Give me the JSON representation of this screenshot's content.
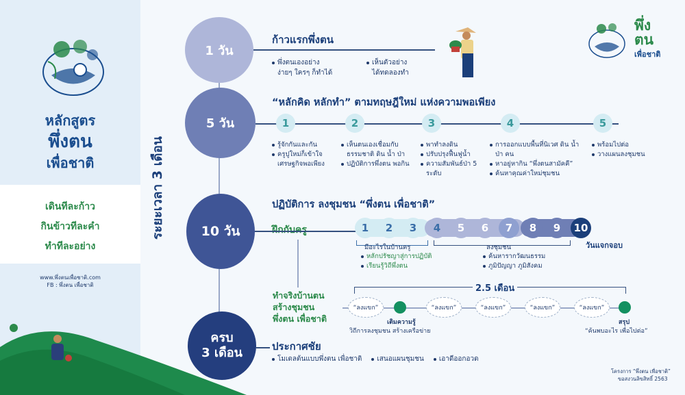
{
  "left": {
    "course_label": "หลักสูตร",
    "brand": "พึ่งตน",
    "brand_sub": "เพื่อชาติ",
    "slogan": [
      "เดินทีละก้าว",
      "กินข้าวทีละคำ",
      "ทำทีละอย่าง"
    ],
    "website": "www.พึ่งตนเพื่อชาติ.com",
    "fb": "FB : พึ่งตน เพื่อชาติ"
  },
  "duration_label": "ระยะเวลา 3 เดือน",
  "logo_right": {
    "line1": "พึ่ง",
    "line2": "ตน",
    "line3": "เพื่อชาติ"
  },
  "stage1": {
    "days": "1 วัน",
    "title": "ก้าวแรกพึ่งตน",
    "bullets": [
      [
        "พึ่งตนเองอย่าง",
        "ง่ายๆ ใครๆ ก็ทำได้"
      ],
      [
        "เห็นตัวอย่าง",
        "ได้ทดลองทำ"
      ]
    ]
  },
  "stage2": {
    "days": "5 วัน",
    "title": "“หลักคิด หลักทำ” ตามทฤษฎีใหม่ แห่งความพอเพียง",
    "steps": [
      "1",
      "2",
      "3",
      "4",
      "5"
    ],
    "cols": [
      [
        "รู้จักกันและกัน",
        "ครูปูใหม่ก็เข้าใจ เศรษฐกิจพอเพียง"
      ],
      [
        "เห็นตนเองเชื่อมกับ ธรรมชาติ ดิน น้ำ ป่า",
        "ปฏิบัติการพึ่งตน พอกิน"
      ],
      [
        "พาทำลงดิน",
        "ปรับปรุงฟื้นฟูน้ำ",
        "ความสัมพันธ์ป่า 5 ระดับ"
      ],
      [
        "การออกแบบพื้นที่นิเวศ ดิน น้ำ ป่า คน",
        "หาอยู่หากิน “พึ่งตนสามัคคี”",
        "ค้นหาคุณค่าใหม่ชุมชน"
      ],
      [
        "พร้อมไปต่อ",
        "วางแผนลงชุมชน"
      ]
    ]
  },
  "stage3": {
    "days": "10 วัน",
    "title": "ปฏิบัติการ ลงชุมชน “พึ่งตน เพื่อชาติ”",
    "train_label": "ฝึกกับครู",
    "numbers": [
      "1",
      "2",
      "3",
      "4",
      "5",
      "6",
      "7",
      "8",
      "9",
      "10"
    ],
    "group1_label": "มีอะไรในบ้านครู",
    "group1_items": [
      "หลักปรัชญาสู่การปฏิบัติ",
      "เรียนรู้วิถีพึ่งตน"
    ],
    "group2_label": "ลงชุมชน",
    "group2_items": [
      "ค้นหารากวัฒนธรรม",
      "ภูมิปัญญา ภูมิสังคม"
    ],
    "graduation": "วันแจกจอบ",
    "field_label": [
      "ทำจริงบ้านตน",
      "สร้างชุมชน",
      "พึ่งตน เพื่อชาติ"
    ],
    "months_span": "2.5 เดือน",
    "visit_label": "“ลงแขก”",
    "mid_title": "เติมความรู้",
    "mid_sub": "วิถีการลงชุมชน สร้างเครือข่าย",
    "end_title": "สรุป",
    "end_sub": "“ค้นพบอะไร เพื่อไปต่อ”"
  },
  "stage4": {
    "days_line1": "ครบ",
    "days_line2": "3 เดือน",
    "title": "ประกาศชัย",
    "bullets": [
      "โมเดลต้นแบบพึ่งตน เพื่อชาติ",
      "เสนอแผนชุมชน",
      "เอาดีออกอวด"
    ]
  },
  "footer": {
    "line1": "โครงการ “พึ่งตน เพื่อชาติ”",
    "line2": "ขอสงวนลิขสิทธิ์ 2563"
  },
  "colors": {
    "navy": "#1b3f7a",
    "green": "#2c8a4b",
    "circle1": "#aeb6d9",
    "circle2": "#6f7fb5",
    "circle3": "#3f5596",
    "circle4": "#243e7e"
  }
}
